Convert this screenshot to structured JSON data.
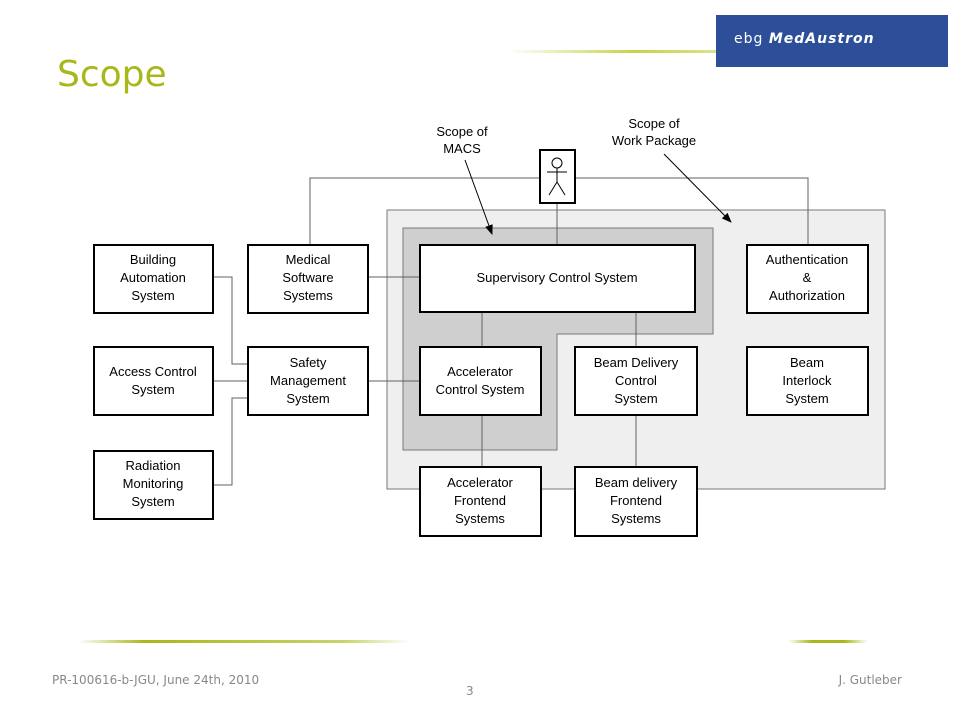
{
  "slide": {
    "title": "Scope",
    "logo_prefix": "ebg ",
    "logo_brand": "MedAustron",
    "footer_left": "PR-100616-b-JGU, June 24th, 2010",
    "footer_right": "J. Gutleber",
    "page_number": "3"
  },
  "diagram": {
    "annotations": {
      "macs_line1": "Scope of",
      "macs_line2": "MACS",
      "wp_line1": "Scope of",
      "wp_line2": "Work Package"
    },
    "boxes": {
      "building": [
        "Building",
        "Automation",
        "System"
      ],
      "access": [
        "Access Control",
        "System"
      ],
      "radiation": [
        "Radiation",
        "Monitoring",
        "System"
      ],
      "medical": [
        "Medical",
        "Software",
        "Systems"
      ],
      "safety": [
        "Safety",
        "Management",
        "System"
      ],
      "supervisory": [
        "Supervisory Control System"
      ],
      "acs": [
        "Accelerator",
        "Control System"
      ],
      "bdcs": [
        "Beam Delivery",
        "Control",
        "System"
      ],
      "auth": [
        "Authentication",
        "&",
        "Authorization"
      ],
      "interlock": [
        "Beam",
        "Interlock",
        "System"
      ],
      "afe": [
        "Accelerator",
        "Frontend",
        "Systems"
      ],
      "bdfe": [
        "Beam delivery",
        "Frontend",
        "Systems"
      ]
    }
  }
}
